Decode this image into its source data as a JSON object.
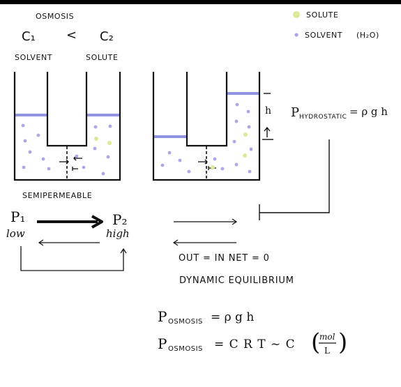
{
  "title": "OSMOSIS",
  "legend": {
    "solute": "SOLUTE",
    "solvent": "SOLVENT",
    "solvent_formula": "(H₂O)",
    "solute_color": "#dde89a",
    "solvent_color": "#a9a6ea"
  },
  "concentration": {
    "c1": "C₁",
    "relation": "<",
    "c2": "C₂",
    "left_label": "SOLVENT",
    "right_label": "SOLUTE"
  },
  "membrane_label": "SEMIPERMEABLE",
  "pressure": {
    "p1": "P₁",
    "p1_note": "low",
    "p2": "P₂",
    "p2_note": "high"
  },
  "hydrostatic": {
    "height_label": "h",
    "label": "P",
    "subscript": "HYDROSTATIC",
    "formula": "= ρ g h"
  },
  "equilibrium": {
    "line1": "OUT = IN   NET = 0",
    "line2": "DYNAMIC EQUILIBRIUM"
  },
  "osmosis_formula_1": {
    "label": "P",
    "subscript": "OSMOSIS",
    "formula": "= ρ g h"
  },
  "osmosis_formula_2": {
    "label": "P",
    "subscript": "OSMOSIS",
    "formula": "= C R T ~ C",
    "unit_num": "mol",
    "unit_den": "L"
  },
  "colors": {
    "water_line": "#8f93e0",
    "ink": "#111111"
  }
}
